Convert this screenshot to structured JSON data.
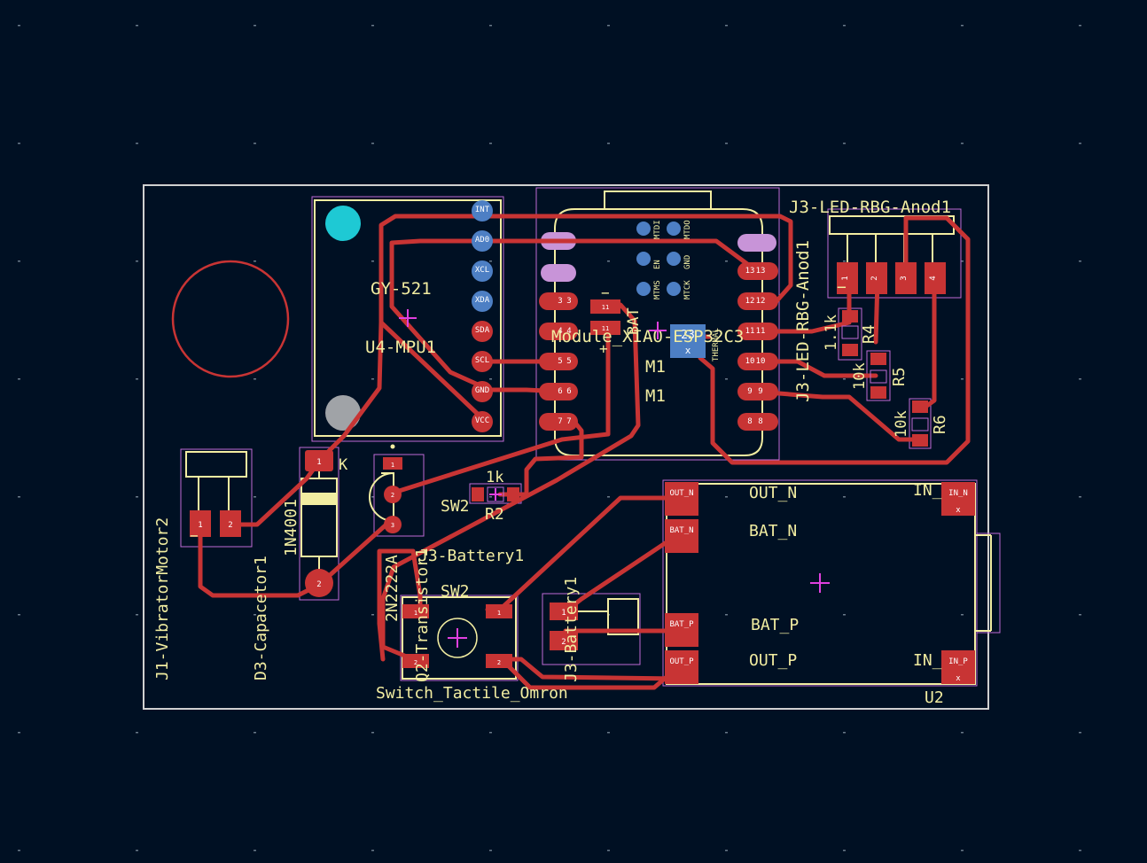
{
  "board": {
    "colors": {
      "background": "#001023",
      "copper": "#c83434",
      "silk": "#f2eda1",
      "fab": "#c06ad6",
      "edge": "#d0d0d0",
      "via": "#4d7fc4"
    }
  },
  "components": {
    "mpu": {
      "name": "GY-521",
      "ref": "U4-MPU1",
      "pins": [
        "INT",
        "AD0",
        "XCL",
        "XDA",
        "SDA",
        "SCL",
        "GND",
        "VCC"
      ]
    },
    "xiao": {
      "ref": "M1",
      "value": "Module_XIAO-ESP32C3",
      "bat_label": "BAT",
      "thermal_label": "THERMAL",
      "thermal_pad": "23",
      "top_pins": [
        "MTDI",
        "MTDO",
        "EN",
        "GND",
        "MTMS",
        "MTCK"
      ],
      "left_pins": [
        "3",
        "4",
        "5",
        "6",
        "7"
      ],
      "right_pins": [
        "13",
        "12",
        "11",
        "10",
        "9",
        "8"
      ]
    },
    "led": {
      "ref": "J3-LED-RBG-Anod1",
      "value": "J3-LED-RBG-Anod1",
      "pins": [
        "1",
        "2",
        "3",
        "4"
      ]
    },
    "r4": {
      "ref": "R4",
      "value": "1.1k"
    },
    "r5": {
      "ref": "R5",
      "value": "10k"
    },
    "r6": {
      "ref": "R6",
      "value": "10k"
    },
    "r2": {
      "ref": "R2",
      "value": "1k"
    },
    "motor": {
      "ref": "J1-VibratorMotor2",
      "pins": [
        "1",
        "2"
      ]
    },
    "diode": {
      "ref": "D3-Capacetor1",
      "value": "1N4001",
      "k_label": "K",
      "pins": [
        "1",
        "2"
      ]
    },
    "transistor": {
      "ref": "Q2-Transistor1",
      "value": "2N2222A",
      "sw_label": "SW2",
      "pins": [
        "1",
        "2",
        "3"
      ]
    },
    "battery": {
      "ref": "J3-Battery1",
      "pins": [
        "1",
        "2"
      ]
    },
    "switch": {
      "ref": "SW2",
      "value": "Switch_Tactile_Omron",
      "pins": [
        "1",
        "1",
        "2",
        "2"
      ]
    },
    "charger": {
      "ref": "U2",
      "pads": [
        "OUT_N",
        "BAT_N",
        "BAT_P",
        "OUT_P"
      ],
      "labels": [
        "OUT_N",
        "BAT_N",
        "BAT_P",
        "OUT_P"
      ],
      "in_labels": [
        "IN_",
        "IN_N",
        "IN_",
        "IN_P"
      ],
      "x_marks": [
        "x",
        "x"
      ]
    }
  }
}
